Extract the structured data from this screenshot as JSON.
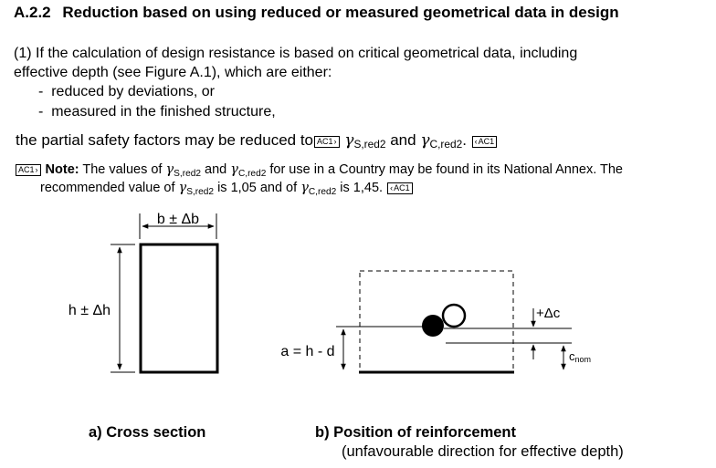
{
  "section": {
    "number": "A.2.2",
    "title": "Reduction based on using reduced or measured geometrical data in design"
  },
  "paragraph": {
    "line1": "(1)  If the calculation of design resistance is based on critical geometrical data, including",
    "line2": "effective depth (see Figure A.1), which are either:",
    "bullets": [
      "reduced by deviations, or",
      "measured in the finished structure,"
    ],
    "conclusion_prefix": "the partial safety factors may be reduced to",
    "and_word": "and",
    "ac_tag": "AC1",
    "gamma": "γ",
    "sub_s": "S,red2",
    "sub_c": "C,red2",
    "end_dot": "."
  },
  "note": {
    "label": "Note:",
    "text1a": "The values of",
    "text1b": "and",
    "text1c": "for use in a Country may be found in its National Annex. The",
    "text2a": "recommended value of",
    "text2b": "is 1,05 and of",
    "text2c": "is 1,45."
  },
  "figure": {
    "dim_width": "b ± Δb",
    "dim_height": "h ± Δh",
    "dim_effective": "a = h - d",
    "dim_delta_c": "+Δc",
    "dim_cnom_main": "c",
    "dim_cnom_sub": "nom",
    "caption_a": "a)  Cross section",
    "caption_b": "b)  Position of reinforcement",
    "caption_b2": "(unfavourable direction for effective depth)"
  }
}
